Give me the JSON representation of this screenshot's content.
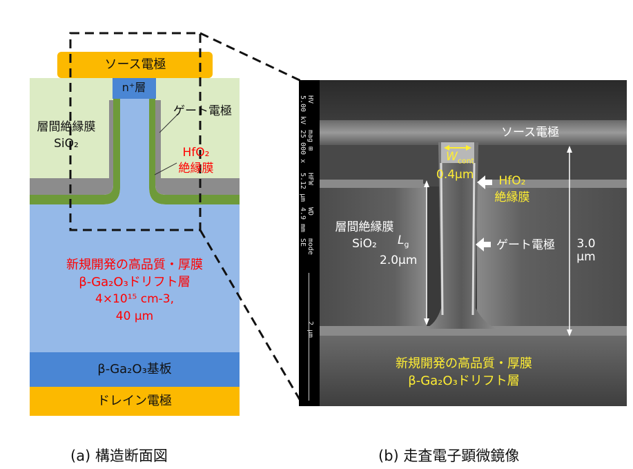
{
  "left_diagram": {
    "source_electrode": "ソース電極",
    "n_plus_layer": "n⁺層",
    "gate_electrode": "ゲート電極",
    "interlayer_line1": "層間絶縁膜",
    "interlayer_line2": "SiO₂",
    "hfo2_line1": "HfO₂",
    "hfo2_line2": "絶縁膜",
    "drift_line1": "新規開発の高品質・厚膜",
    "drift_line2": "β-Ga₂O₃ドリフト層",
    "drift_line3": "4×10¹⁵ cm-3,",
    "drift_line4": "40 μm",
    "substrate": "β-Ga₂O₃基板",
    "drain_electrode": "ドレイン電極"
  },
  "sem_image": {
    "source_electrode": "ソース電極",
    "wcont_symbol": "W",
    "wcont_sub": "cont",
    "wcont_value": "0.4μm",
    "hfo2_line1": "HfO₂",
    "hfo2_line2": "絶縁膜",
    "interlayer_line1": "層間絶縁膜",
    "interlayer_line2": "SiO₂",
    "lg_symbol": "L",
    "lg_sub": "g",
    "lg_value": "2.0μm",
    "gate_electrode": "ゲート電極",
    "height_value": "3.0",
    "height_unit": "μm",
    "drift_line1": "新規開発の高品質・厚膜",
    "drift_line2": "β-Ga₂O₃ドリフト層",
    "info_bar": {
      "hv_label": "HV",
      "hv_value": "5.00 kV",
      "mag_label": "mag ⊞",
      "mag_value": "25 000 x",
      "hfw_label": "HFW",
      "hfw_value": "5.12 μm",
      "wd_label": "WD",
      "wd_value": "4.9 mm",
      "mode_label": "mode",
      "mode_value": "SE",
      "scale_label": "2 μm"
    }
  },
  "captions": {
    "left": "(a) 構造断面図",
    "right": "(b) 走査電子顕微鏡像"
  },
  "colors": {
    "electrode": "#fcb900",
    "interlayer": "#dcebc4",
    "gate_gray": "#8c8c8c",
    "hfo2_green": "#6e9a3a",
    "drift_blue": "#95b9e8",
    "substrate_blue": "#4a86d4",
    "label_red": "#ff0000",
    "sem_label_yellow": "#ffee33"
  }
}
